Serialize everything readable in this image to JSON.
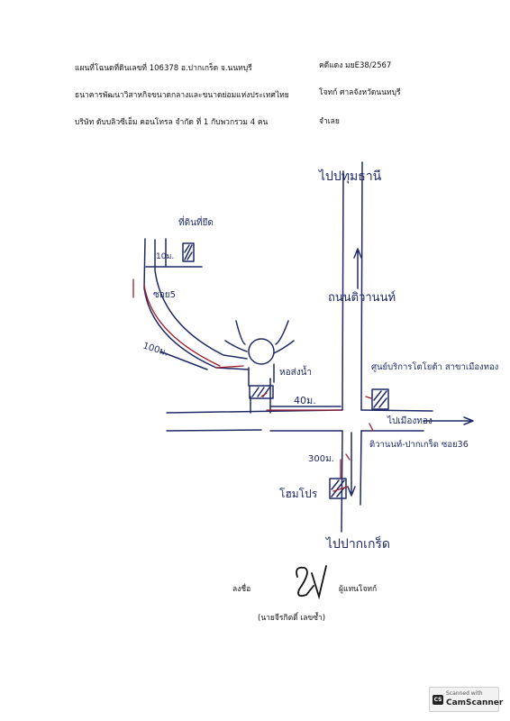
{
  "header": {
    "line1_left": "แผนที่โฉนดที่ดินเลขที่ 106378  อ.ปากเกร็ด  จ.นนทบุรี",
    "line1_right": "คดีแดง มยE38/2567",
    "line2_left": "ธนาคารพัฒนาวิสาหกิจขนาดกลางและขนาดย่อมแห่งประเทศไทย",
    "line2_right": "โจทก์ ศาลจังหวัดนนทบุรี",
    "line3_left": "บริษัท ดับบลิวซีเอ็ม คอนโทรล  จำกัด ที่ 1 กับพวกรวม 4 คน",
    "line3_right": "จำเลย"
  },
  "map": {
    "to_pathum_thani": "ไปปทุมธานี",
    "land_location": "ที่ดินที่ยึด",
    "dist_10m": "10ม.",
    "soi_5": "ซอย5",
    "dist_100m": "100ม.",
    "tiwanon_road": "ถนนติวานนท์",
    "water_tower": "หอส่งน้ำ",
    "dist_40m": "40ม.",
    "toyota_center": "ศูนย์บริการโตโยต้า สาขาเมืองทอง",
    "to_muang_thong": "ไปเมืองทอง",
    "tiwanon_pakkret_soi": "ติวานนท์-ปากเกร็ด ซอย36",
    "dist_300m": "300ม.",
    "home_pro": "โฮมโปร",
    "to_pakkret": "ไปปากเกร็ด"
  },
  "signature": {
    "label": "ลงชื่อ",
    "role": "ผู้แทนโจทก์",
    "name": "(นายจีรกิตติ์  เลขซ้ำ)"
  },
  "scanner": {
    "line1": "Scanned with",
    "line2": "CamScanner",
    "logo": "CS"
  },
  "colors": {
    "ink_blue": "#1f2a66",
    "ink_red": "#a11d2a"
  }
}
